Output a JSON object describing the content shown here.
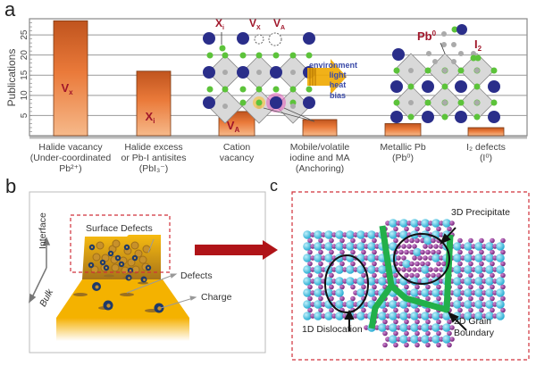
{
  "panels": {
    "a": {
      "letter": "a"
    },
    "b": {
      "letter": "b"
    },
    "c": {
      "letter": "c"
    }
  },
  "chart_data": {
    "type": "bar",
    "title": "",
    "xlabel": "",
    "ylabel": "Publications",
    "ylim": [
      0,
      29
    ],
    "yticks": [
      5,
      10,
      15,
      20,
      25
    ],
    "grid": true,
    "categories": [
      [
        "Halide vacancy",
        "(Under-coordinated",
        "Pb²⁺)"
      ],
      [
        "Halide excess",
        "or Pb-I antisites",
        "(PbI₃⁻)"
      ],
      [
        "Cation",
        "vacancy"
      ],
      [
        "Mobile/volatile",
        "iodine and MA",
        "(Anchoring)"
      ],
      [
        "Metallic Pb",
        "(Pb⁰)"
      ],
      [
        "I₂ defects",
        "(I⁰)"
      ]
    ],
    "values": [
      28.5,
      16,
      6,
      4,
      3,
      2
    ],
    "bar_tags": [
      "Vx",
      "Xi",
      "VA",
      "",
      "",
      ""
    ],
    "bar_color_top": "#c0541e",
    "bar_color_bottom": "#f6b98a",
    "annotations": {
      "lattice_labels": [
        "Xi",
        "Vx",
        "VA"
      ],
      "metal_label": "Pb0",
      "iodine_label": "I2",
      "stimuli": [
        "environment",
        "light",
        "heat",
        "bias"
      ]
    }
  },
  "panel_b": {
    "surface_defects_label": "Surface Defects",
    "defects_label": "Defects",
    "charge_label": "Charge",
    "interface_axis_label": "Interface",
    "bulk_axis_label": "Bulk"
  },
  "panel_c": {
    "precipitate_label": "3D Precipitate",
    "dislocation_label": "1D Dislocation",
    "grain_boundary_label_1": "2D Grain",
    "grain_boundary_label_2": "Boundary"
  },
  "colors": {
    "accent_red": "#b01418",
    "dash_red": "#d0303a",
    "gold": "#f7b500",
    "green_boundary": "#22b04a",
    "cyan_atom": "#3fc0de",
    "purple_atom": "#8a2e8c",
    "navy_atom": "#2a2e8a",
    "halide_green": "#5cc33a"
  }
}
